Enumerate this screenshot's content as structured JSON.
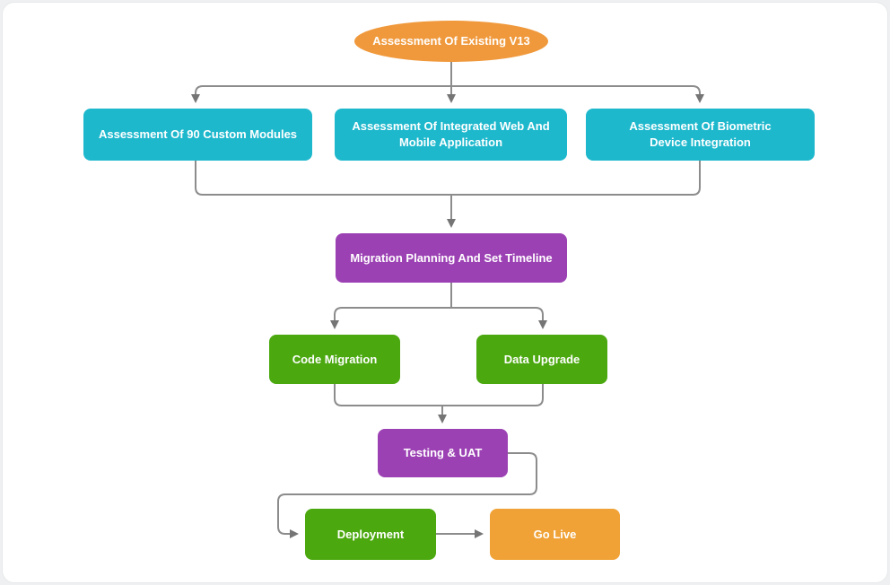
{
  "diagram": {
    "nodes": [
      {
        "id": "assessment-existing-v13",
        "label": "Assessment Of Existing V13",
        "shape": "ellipse",
        "color": "#F0993C"
      },
      {
        "id": "assessment-90-custom-modules",
        "label": "Assessment Of 90 Custom Modules",
        "shape": "rounded-rect",
        "color": "#1EB8CD"
      },
      {
        "id": "assessment-integrated-web-mobile",
        "label": "Assessment Of Integrated Web And Mobile Application",
        "shape": "rounded-rect",
        "color": "#1EB8CD"
      },
      {
        "id": "assessment-biometric-device",
        "label": "Assessment Of Biometric Device Integration",
        "shape": "rounded-rect",
        "color": "#1EB8CD"
      },
      {
        "id": "migration-planning",
        "label": "Migration Planning And Set Timeline",
        "shape": "rounded-rect",
        "color": "#9C41B4"
      },
      {
        "id": "code-migration",
        "label": "Code Migration",
        "shape": "rounded-rect",
        "color": "#4BA80F"
      },
      {
        "id": "data-upgrade",
        "label": "Data Upgrade",
        "shape": "rounded-rect",
        "color": "#4BA80F"
      },
      {
        "id": "testing-uat",
        "label": "Testing & UAT",
        "shape": "rounded-rect",
        "color": "#9C41B4"
      },
      {
        "id": "deployment",
        "label": "Deployment",
        "shape": "rounded-rect",
        "color": "#4BA80F"
      },
      {
        "id": "go-live",
        "label": "Go Live",
        "shape": "rounded-rect",
        "color": "#F0A236"
      }
    ],
    "edges": [
      {
        "from": "assessment-existing-v13",
        "to": "assessment-90-custom-modules"
      },
      {
        "from": "assessment-existing-v13",
        "to": "assessment-integrated-web-mobile"
      },
      {
        "from": "assessment-existing-v13",
        "to": "assessment-biometric-device"
      },
      {
        "from": "assessment-90-custom-modules",
        "to": "migration-planning"
      },
      {
        "from": "assessment-integrated-web-mobile",
        "to": "migration-planning"
      },
      {
        "from": "assessment-biometric-device",
        "to": "migration-planning"
      },
      {
        "from": "migration-planning",
        "to": "code-migration"
      },
      {
        "from": "migration-planning",
        "to": "data-upgrade"
      },
      {
        "from": "code-migration",
        "to": "testing-uat"
      },
      {
        "from": "data-upgrade",
        "to": "testing-uat"
      },
      {
        "from": "testing-uat",
        "to": "deployment"
      },
      {
        "from": "deployment",
        "to": "go-live"
      }
    ],
    "colors": {
      "assessment_orange": "#F0993C",
      "assessment_cyan": "#1EB8CD",
      "planning_purple": "#9C41B4",
      "execution_green": "#4BA80F",
      "golive_orange": "#F0A236",
      "connector_gray": "#8C8C8C",
      "arrowhead_gray": "#757575",
      "canvas_white": "#FFFFFF",
      "page_background": "#EEF0F1"
    }
  }
}
